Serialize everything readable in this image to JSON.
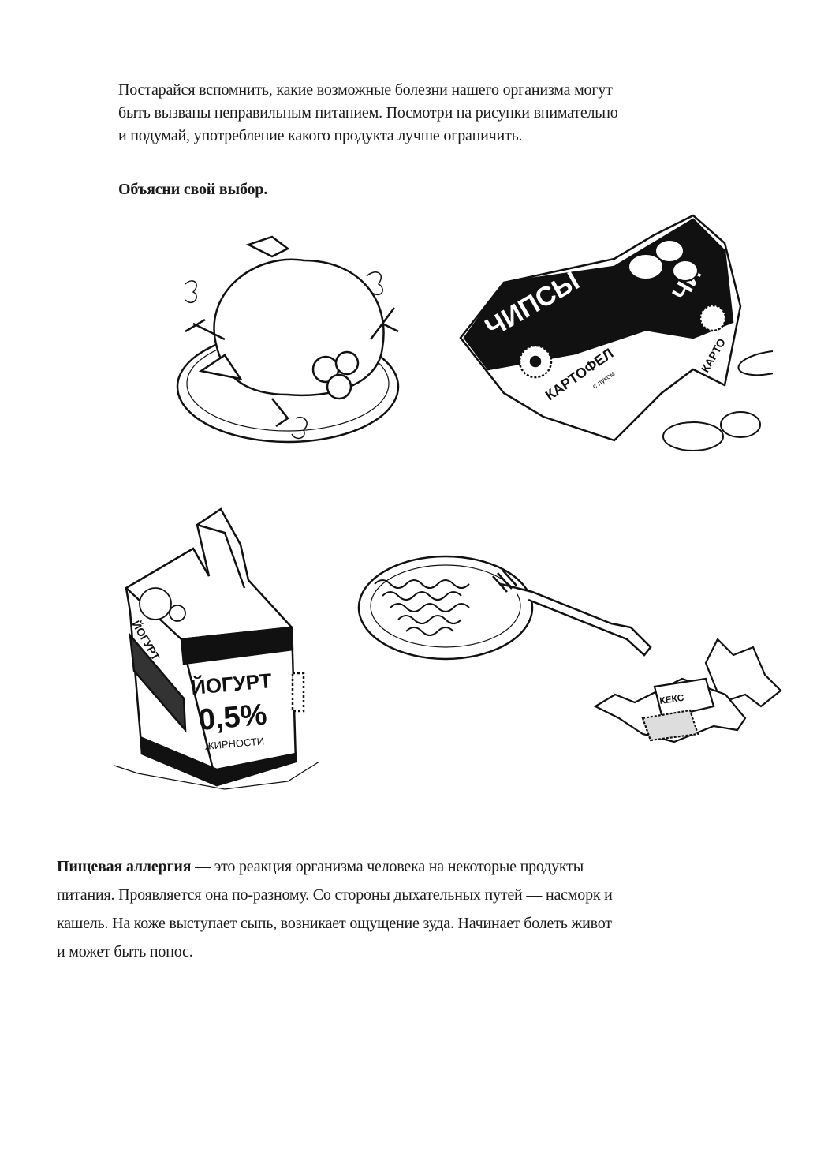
{
  "intro": {
    "lines": [
      "Постарайся вспомнить,  какие возможные болезни нашего организма могут",
      "быть  вызваны  неправильным питанием. Посмотри на рисунки внимательно",
      "и подумай, употребление какого продукта лучше ограничить."
    ]
  },
  "task": {
    "label": "Объясни свой выбор."
  },
  "illustrations": {
    "chicken": {
      "label": "roast-chicken"
    },
    "chips": {
      "bag_text_1": "ЧИПСЫ",
      "bag_text_2": "КАРТОФЕЛ",
      "bag_small": "с луком",
      "bag_text_3": "ЧИ",
      "bag_text_4": "КАРТО"
    },
    "yogurt": {
      "brand": "ЙОГУРТ",
      "side": "ЙОГУРТ",
      "fat": "0,5%",
      "fat_label": "ЖИРНОСТИ"
    },
    "pasta": {
      "label": "pasta-with-fork"
    },
    "candies": {
      "wrapper_text": "КЕКС"
    }
  },
  "allergy": {
    "term": "Пищевая  аллергия",
    "lines": [
      " — это реакция организма человека на некоторые продукты",
      "питания. Проявляется она по-разному. Со стороны дыхательных путей — насморк и",
      "кашель. На коже выступает сыпь, возникает ощущение зуда. Начинает болеть живот",
      "и может быть понос."
    ]
  }
}
